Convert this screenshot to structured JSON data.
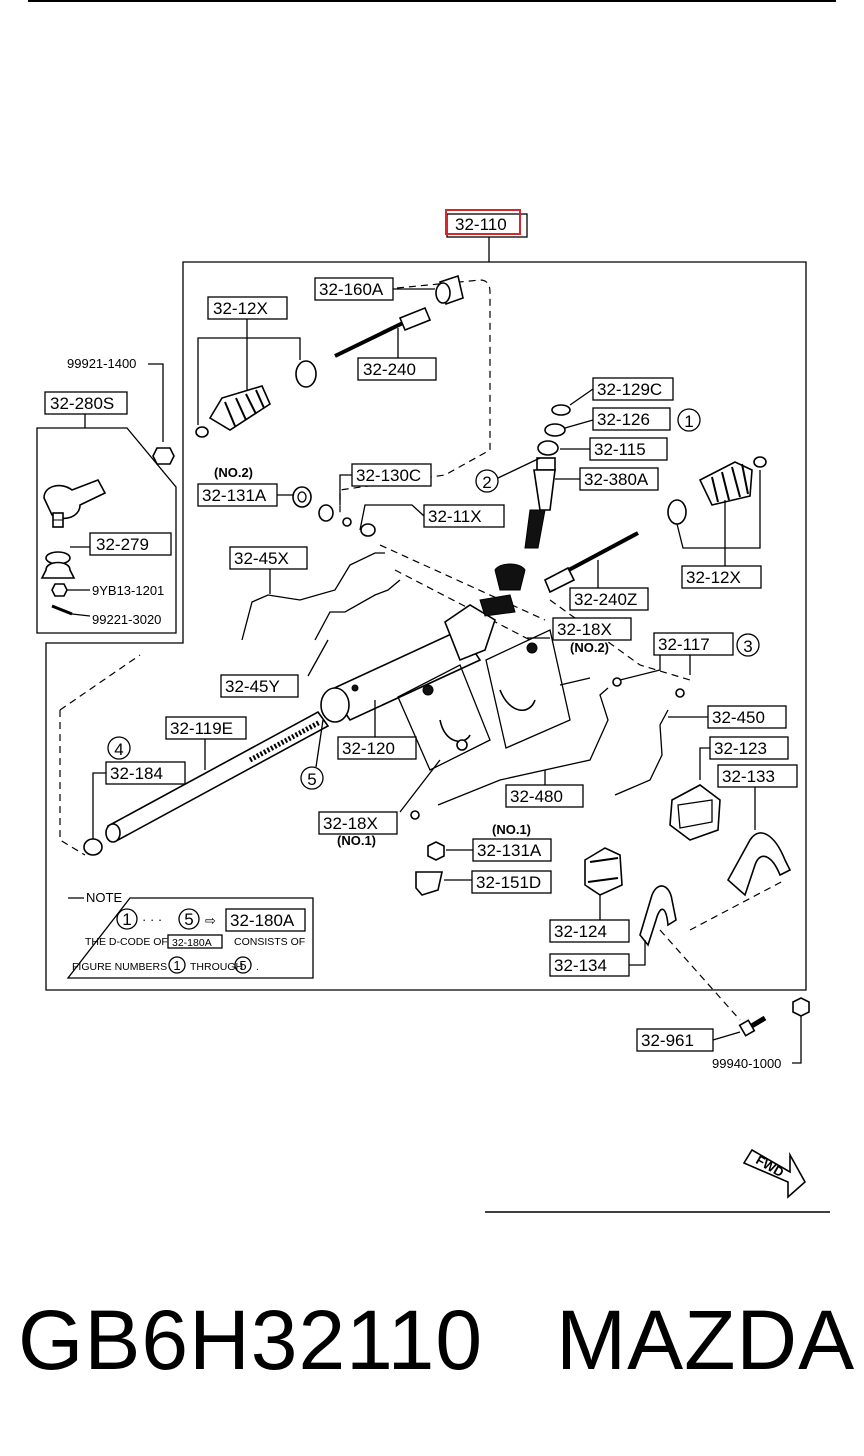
{
  "highlight_color": "#d9262c",
  "assembly_label": "32-110",
  "labels": {
    "tie_rod_end_set": "32-280S",
    "nut_99921": "99921-1400",
    "boot_kit_left": "32-12X",
    "rack_end_seal": "32-160A",
    "tie_rod_left": "32-240",
    "bushing_129c": "32-129C",
    "oil_seal_126": "32-126",
    "bearing_115": "32-115",
    "pinion_380a": "32-380A",
    "washer_130c": "32-130C",
    "seal_131a_upper": "32-131A",
    "seal_kit_11x": "32-11X",
    "boot_kit_right": "32-12X",
    "tie_rod_right": "32-240Z",
    "boot_279": "32-279",
    "nut_9yb13": "9YB13-1201",
    "pin_99221": "99221-3020",
    "pipe_45x": "32-45X",
    "pipe_45y": "32-45Y",
    "bracket_18x_no2": "32-18X",
    "pipe_117": "32-117",
    "pipe_450": "32-450",
    "cylinder_119e": "32-119E",
    "housing_120": "32-120",
    "seal_184": "32-184",
    "bracket_18x_no1": "32-18X",
    "pipe_480": "32-480",
    "mount_123": "32-123",
    "clamp_133": "32-133",
    "seal_131a_lower": "32-131A",
    "bushing_151d": "32-151D",
    "mount_124": "32-124",
    "clamp_134": "32-134",
    "bolt_961": "32-961",
    "nut_99940": "99940-1000",
    "note_code": "32-180A"
  },
  "qualifiers": {
    "no2_upper": "(NO.2)",
    "no2_bracket": "(NO.2)",
    "no1_bracket": "(NO.1)",
    "no1_lower": "(NO.1)"
  },
  "circled": {
    "c1": "1",
    "c2": "2",
    "c3": "3",
    "c4": "4",
    "c5": "5"
  },
  "note": {
    "heading": "NOTE",
    "from": "1",
    "dots": "· · ·",
    "to": "5",
    "arrow": "⇨",
    "line2_a": "THE D-CODE OF",
    "line2_code": "32-180A",
    "line2_b": "CONSISTS OF",
    "line3_a": "FIGURE NUMBERS",
    "line3_n1": "1",
    "line3_mid": "THROUGH",
    "line3_n2": "5",
    "line3_end": "."
  },
  "direction_label": "FWD",
  "caption": {
    "part_number": "GB6H32110",
    "brand": "MAZDA"
  }
}
